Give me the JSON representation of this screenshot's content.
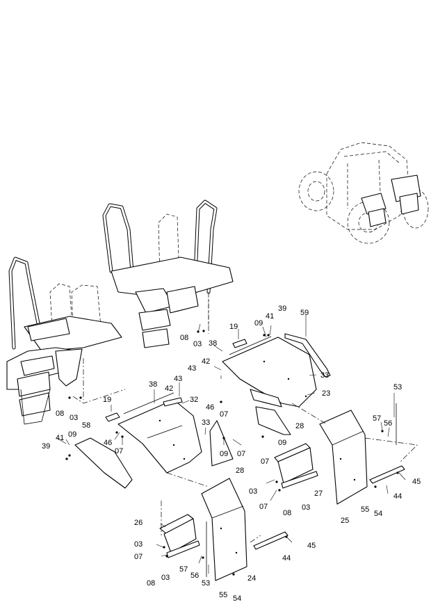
{
  "diagram": {
    "callouts": [
      "19",
      "41",
      "39",
      "59",
      "09",
      "08",
      "03",
      "38",
      "42",
      "43",
      "33",
      "23",
      "46",
      "07",
      "19",
      "38",
      "43",
      "42",
      "32",
      "33",
      "58",
      "39",
      "41",
      "09",
      "08",
      "03",
      "46",
      "07",
      "09",
      "07",
      "28",
      "28",
      "09",
      "07",
      "53",
      "57",
      "56",
      "45",
      "44",
      "55",
      "54",
      "25",
      "03",
      "07",
      "27",
      "08",
      "03",
      "26",
      "03",
      "07",
      "08",
      "03",
      "57",
      "56",
      "53",
      "24",
      "55",
      "54",
      "45",
      "44"
    ]
  }
}
